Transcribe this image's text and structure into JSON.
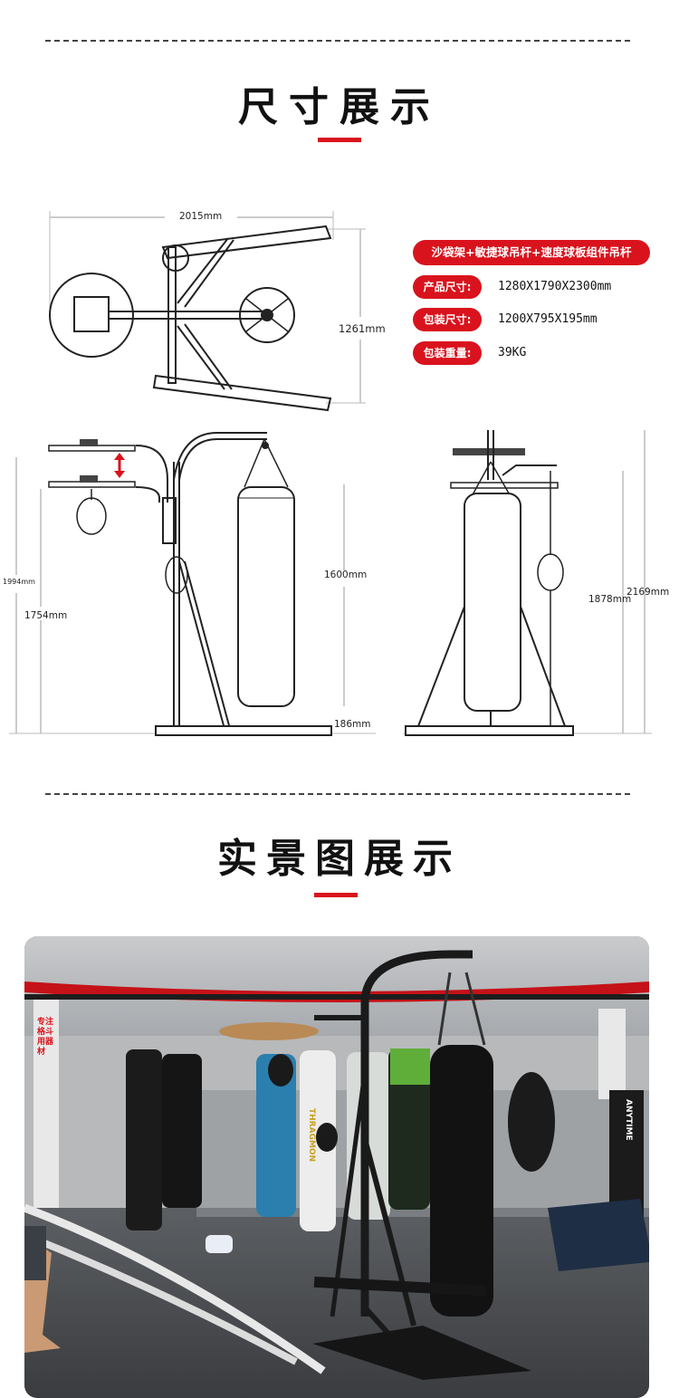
{
  "section1": {
    "title": "尺寸展示"
  },
  "section2": {
    "title": "实景图展示"
  },
  "spec": {
    "header": "沙袋架+敏捷球吊杆+速度球板组件吊杆",
    "rows": [
      {
        "label": "产品尺寸:",
        "value": "1280X1790X2300mm"
      },
      {
        "label": "包装尺寸:",
        "value": "1200X795X195mm"
      },
      {
        "label": "包装重量:",
        "value": "39KG"
      }
    ]
  },
  "dimensions": {
    "top_width": "2015mm",
    "top_height": "1261mm",
    "left_overall": "1994mm",
    "left_ball": "1754mm",
    "bag_length": "1600mm",
    "bag_bottom": "186mm",
    "right_ball": "1878mm",
    "right_overall": "2169mm"
  },
  "photo": {
    "banner_left_line1": "专注格斗",
    "banner_left_line2": "用器材",
    "bag_text_1": "THRAGMON",
    "bag_text_2": "ANYTIME",
    "accent_red": "#d9131d"
  }
}
